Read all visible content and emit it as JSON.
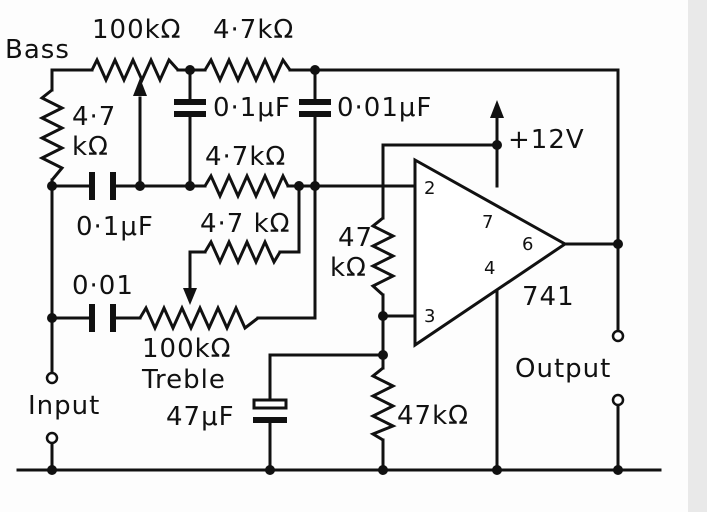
{
  "components": {
    "bass_pot": {
      "value": "100kΩ",
      "name": "Bass"
    },
    "treble_pot": {
      "value": "100kΩ",
      "name": "Treble"
    },
    "r_top": "4·7kΩ",
    "r_left": {
      "line1": "4·7",
      "line2": "kΩ"
    },
    "r_mid": "4·7kΩ",
    "r_lower": "4·7 kΩ",
    "r_feedback": {
      "line1": "47",
      "line2": "kΩ"
    },
    "r_bias": "47kΩ",
    "c_mid1": "0·1μF",
    "c_mid2": "0·01μF",
    "c_left": "0·1μF",
    "c_input": "0·01",
    "c_electrolytic": "47μF"
  },
  "opamp": {
    "part": "741",
    "pin_inverting": "2",
    "pin_noninverting": "3",
    "pin_vplus": "7",
    "pin_vminus": "4",
    "pin_output": "6"
  },
  "supply": "+12V",
  "terminals": {
    "input": "Input",
    "output": "Output"
  }
}
